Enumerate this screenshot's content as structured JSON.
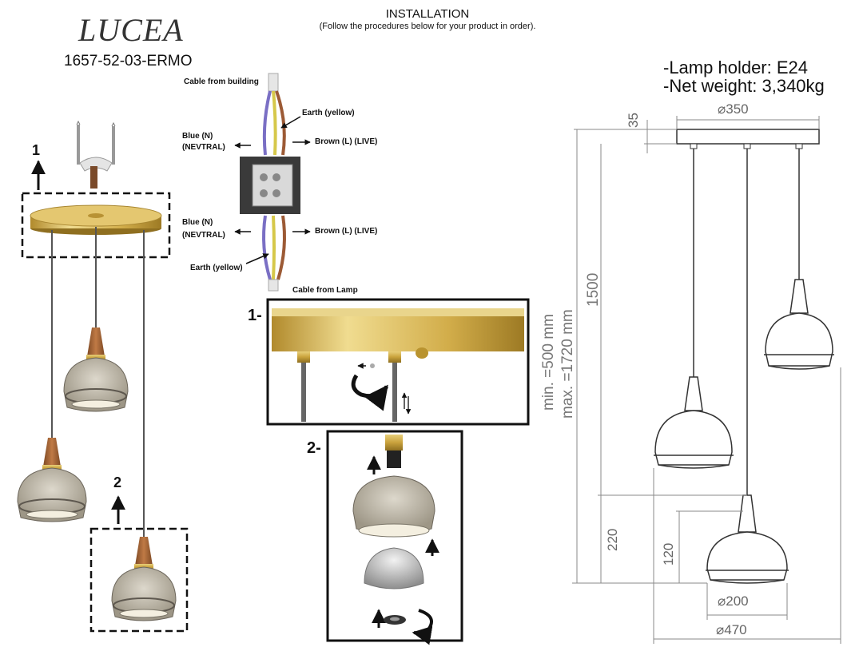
{
  "brand": "LUCEA",
  "model": "1657-52-03-ERMO",
  "installation": {
    "title": "INSTALLATION",
    "subtitle": "(Follow the procedures below for your product in order)."
  },
  "wiring": {
    "cable_building": "Cable from building",
    "earth_top": "Earth (yellow)",
    "blue_top_1": "Blue (N)",
    "blue_top_2": "(NEVTRAL)",
    "brown_top": "Brown (L) (LIVE)",
    "blue_bottom_1": "Blue (N)",
    "blue_bottom_2": "(NEVTRAL)",
    "brown_bottom": "Brown (L) (LIVE)",
    "earth_bottom": "Earth (yellow)",
    "cable_lamp": "Cable from Lamp"
  },
  "steps": {
    "left_1": "1",
    "left_2": "2",
    "detail_1": "1-",
    "detail_2": "2-"
  },
  "specs": {
    "lamp_holder": "-Lamp holder: E24",
    "net_weight": "-Net weight: 3,340kg"
  },
  "dimensions": {
    "d350": "⌀350",
    "h35": "35",
    "h1500": "1500",
    "min": "min. =500 mm",
    "max": "max. =1720 mm",
    "h220": "220",
    "h120": "120",
    "d200": "⌀200",
    "d470": "⌀470"
  },
  "colors": {
    "gold": "#c9a23c",
    "glass": "#b9b3a4",
    "wood": "#a8673a",
    "dimline": "#8a8a8a"
  }
}
